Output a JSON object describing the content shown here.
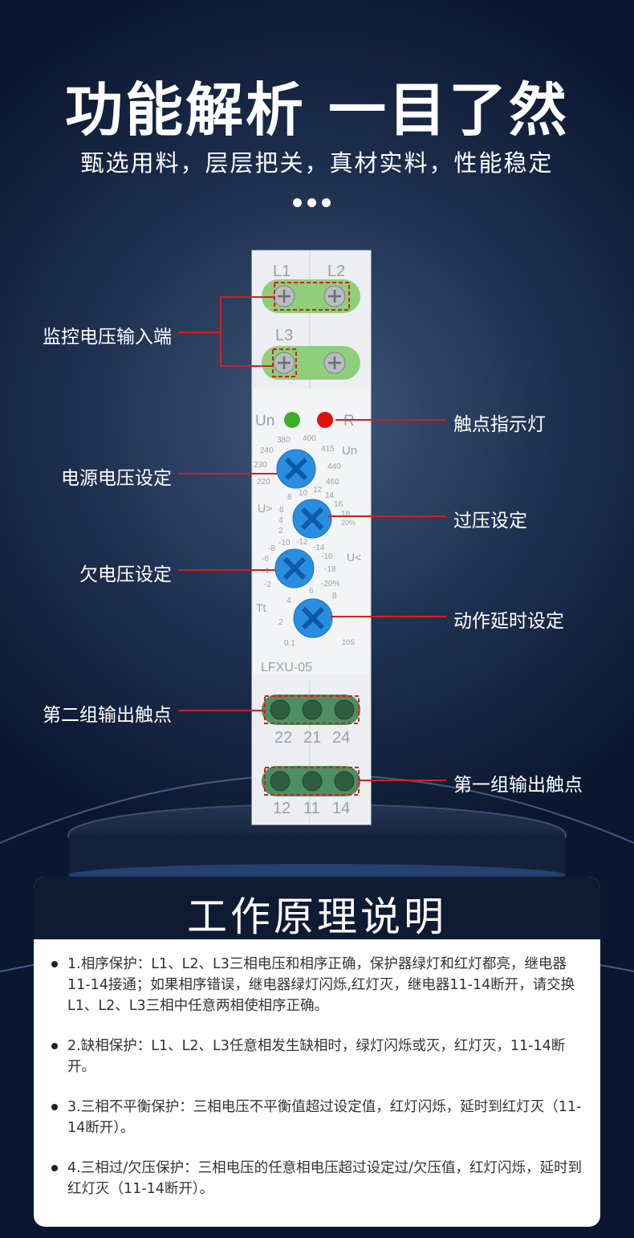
{
  "header": {
    "title": "功能解析 一目了然",
    "subtitle": "甄选用料，层层把关，真材实料，性能稳定"
  },
  "callouts": {
    "input_terminals": "监控电压输入端",
    "contact_indicator": "触点指示灯",
    "supply_voltage": "电源电压设定",
    "over_voltage": "过压设定",
    "under_voltage": "欠电压设定",
    "delay": "动作延时设定",
    "output_group_2": "第二组输出触点",
    "output_group_1": "第一组输出触点"
  },
  "device": {
    "model": "LFXU-05",
    "terminal_labels": [
      "L1",
      "L2",
      "L3"
    ],
    "led_labels": [
      "Un",
      "R"
    ],
    "dial_un": {
      "ticks": [
        "240",
        "380",
        "400",
        "415",
        "440",
        "460",
        "230",
        "220"
      ],
      "label": "Un"
    },
    "dial_over": {
      "ticks": [
        "8",
        "10",
        "12",
        "14",
        "16",
        "18",
        "20%",
        "6",
        "4",
        "2"
      ],
      "label": "U>"
    },
    "dial_under": {
      "ticks": [
        "-8",
        "-10",
        "-12",
        "-14",
        "-16",
        "-18",
        "-20%",
        "-6",
        "-4",
        "-2"
      ],
      "label": "U<"
    },
    "dial_tt": {
      "ticks": [
        "6",
        "8",
        "4",
        "2",
        "10S",
        "0.1"
      ],
      "label": "Tt"
    },
    "output_2_labels": [
      "22",
      "21",
      "24"
    ],
    "output_1_labels": [
      "12",
      "11",
      "14"
    ]
  },
  "colors": {
    "led_green": "#3fae2a",
    "led_red": "#e01010",
    "terminal_green": "#8fce7a",
    "dial_blue": "#2a8ee0",
    "callout_red": "#d22020"
  },
  "principle": {
    "title": "工作原理说明",
    "items": [
      "1.相序保护：L1、L2、L3三相电压和相序正确，保护器绿灯和红灯都亮，继电器11-14接通；如果相序错误，继电器绿灯闪烁,红灯灭，继电器11-14断开，请交换L1、L2、L3三相中任意两相使相序正确。",
      "2.缺相保护：L1、L2、L3任意相发生缺相时，绿灯闪烁或灭，红灯灭，11-14断开。",
      "3.三相不平衡保护：三相电压不平衡值超过设定值，红灯闪烁，延时到红灯灭（11-14断开）。",
      "4.三相过/欠压保护：三相电压的任意相电压超过设定过/欠压值，红灯闪烁，延时到红灯灭（11-14断开）。"
    ]
  }
}
